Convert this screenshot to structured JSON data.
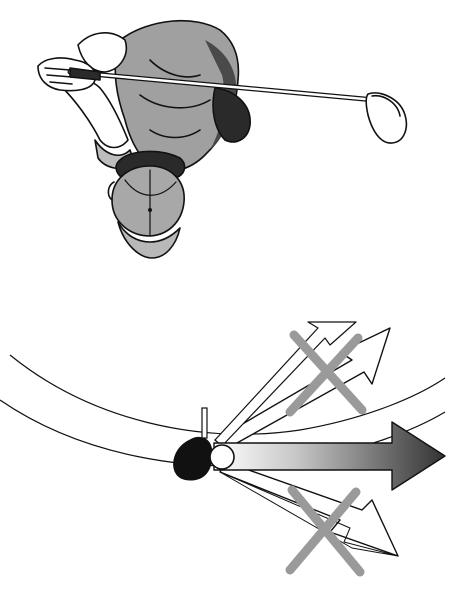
{
  "illustration": {
    "top_panel": {
      "subject": "golfer-overhead-view",
      "icon": "golfer-icon"
    },
    "bottom_panel": {
      "subject": "swing-path-diagram",
      "paths": [
        {
          "name": "upper-path",
          "status": "incorrect",
          "marker": "x-mark-icon"
        },
        {
          "name": "center-path",
          "status": "correct"
        },
        {
          "name": "lower-path",
          "status": "incorrect",
          "marker": "x-mark-icon"
        }
      ]
    }
  },
  "colors": {
    "ink": "#111111",
    "cap_gray": "#a8a8a8",
    "shirt_gray": "#9a9a9a",
    "shadow_dark": "#5a5a5a",
    "x_mark": "#9a9a9a",
    "arrow_dark": "#3a3a3a"
  }
}
